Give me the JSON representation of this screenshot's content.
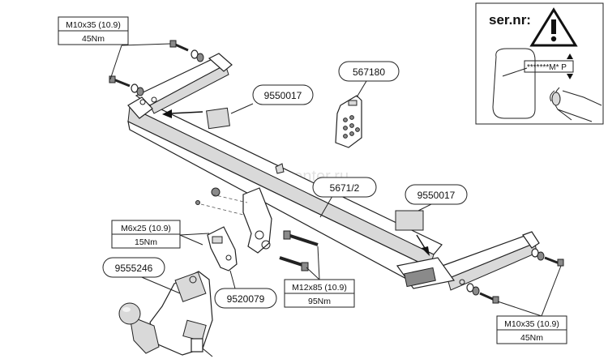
{
  "labels": {
    "bolt_top": {
      "spec": "M10x35 (10.9)",
      "torque": "45Nm"
    },
    "bolt_bottom": {
      "spec": "M10x35 (10.9)",
      "torque": "45Nm"
    },
    "bolt_m6": {
      "spec": "M6x25 (10.9)",
      "torque": "15Nm"
    },
    "bolt_m12": {
      "spec": "M12x85 (10.9)",
      "torque": "95Nm"
    }
  },
  "part_numbers": {
    "sticker_left": "9550017",
    "sticker_right": "9550017",
    "electric_kit": "567180",
    "crossbar": "5671/2",
    "socket_bracket": "9520079",
    "towball": "9555246"
  },
  "serial_panel": {
    "title": "ser.nr:",
    "plate_text": "*******M* P"
  },
  "watermark": "tarkop-center.ru"
}
